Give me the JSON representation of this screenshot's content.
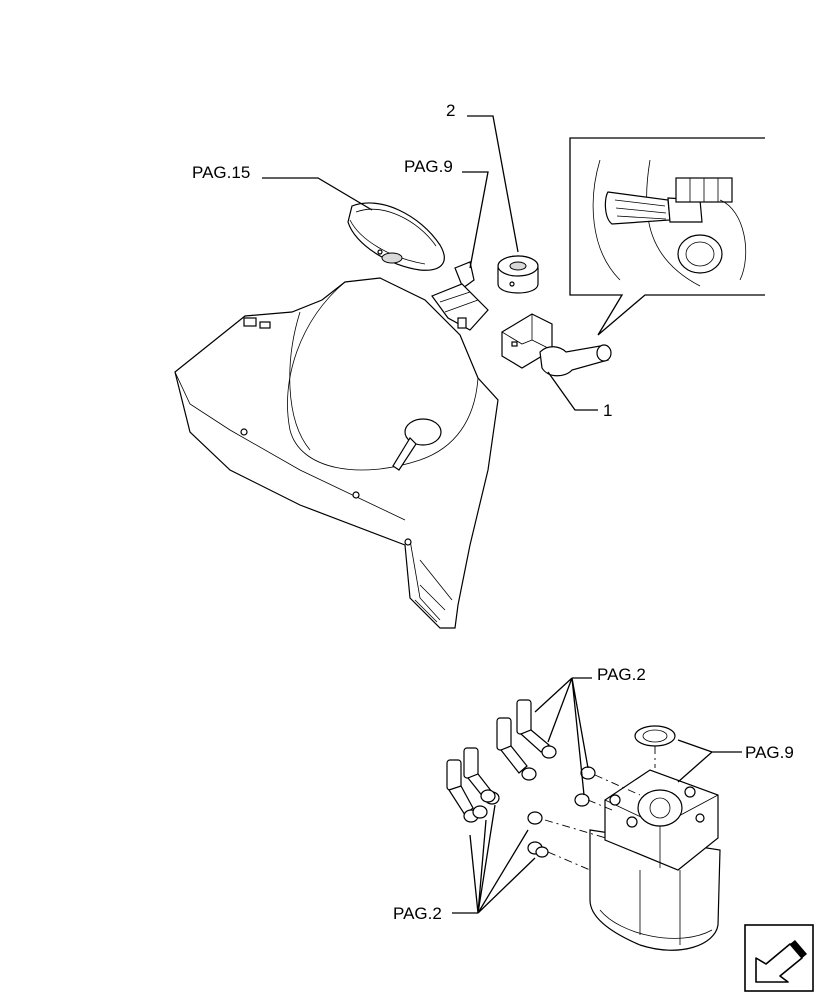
{
  "labels": {
    "pag15": "PAG.15",
    "pag9_top": "PAG.9",
    "item2": "2",
    "item1": "1",
    "pag2_top": "PAG.2",
    "pag9_right": "PAG.9",
    "pag2_bottom": "PAG.2"
  },
  "icons": {
    "nav_arrow": "arrow-down-left-icon"
  }
}
